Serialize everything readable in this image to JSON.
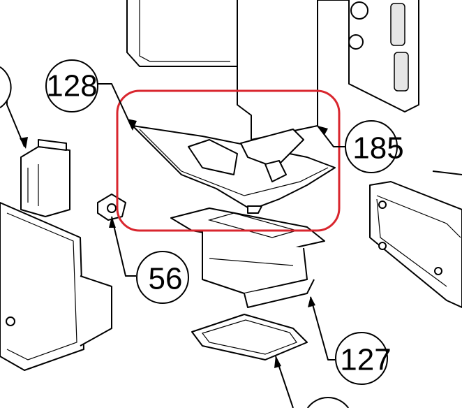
{
  "diagram": {
    "highlight_color": "#d9262e",
    "callouts": [
      {
        "id": "128",
        "label": "128"
      },
      {
        "id": "185",
        "label": "185"
      },
      {
        "id": "56",
        "label": "56"
      },
      {
        "id": "127",
        "label": "127"
      }
    ]
  }
}
